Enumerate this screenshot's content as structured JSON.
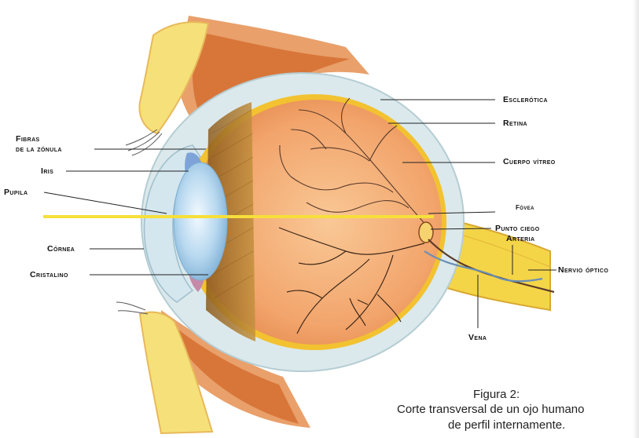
{
  "labels": {
    "esclerotica": "Esclerótica",
    "retina": "Retina",
    "cuerpo_vitreo": "Cuerpo vítreo",
    "fovea": "Fóvea",
    "punto_ciego": "Punto ciego",
    "arteria": "Arteria",
    "nervio_optico": "Nervio óptico",
    "vena": "Vena",
    "fibras_line1": "Fibras",
    "fibras_line2": "de la zónula",
    "iris": "Iris",
    "pupila": "Pupila",
    "cornea": "Córnea",
    "cristalino": "Cristalino"
  },
  "caption": {
    "title": "Figura 2:",
    "line1": "Corte transversal de un ojo humano",
    "line2": "de perfil internamente."
  },
  "colors": {
    "sclera": "#dbe9ec",
    "vitreous": "#f3b27a",
    "retina": "#f2c230",
    "lens": "#a9cfe8",
    "ciliary": "#a9742c",
    "muscle": "#e27d3c",
    "fat": "#f6e07a",
    "nerve": "#f4d548",
    "vessel": "#5a3a2a",
    "light_ray": "#f6df3a"
  }
}
